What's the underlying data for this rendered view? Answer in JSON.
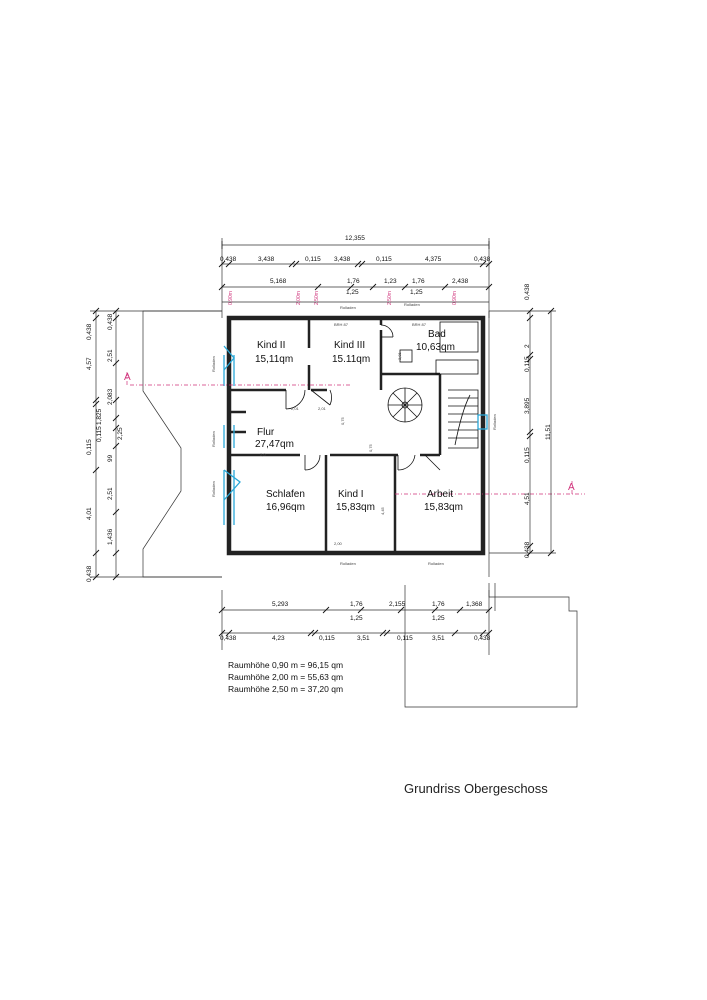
{
  "rooms": {
    "kind2": {
      "name": "Kind II",
      "area": "15,11qm"
    },
    "kind3": {
      "name": "Kind III",
      "area": "15.11qm"
    },
    "bad": {
      "name": "Bad",
      "area": "10,63qm"
    },
    "flur": {
      "name": "Flur",
      "area": "27,47qm"
    },
    "schlafen": {
      "name": "Schlafen",
      "area": "16,96qm"
    },
    "kind1": {
      "name": "Kind I",
      "area": "15,83qm"
    },
    "arbeit": {
      "name": "Arbeit",
      "area": "15,83qm"
    }
  },
  "dims_top": {
    "total": "12,355",
    "row1": [
      "0,438",
      "3,438",
      "0,115",
      "3,438",
      "0,115",
      "4,375",
      "0,438"
    ],
    "row2": [
      "5,168",
      "1,76",
      "1,23",
      "1,76",
      "2,438"
    ],
    "row2_sub": [
      "1,25",
      "1,25"
    ],
    "heights": [
      "0,90m",
      "2,00m",
      "2,50m",
      "2,50m",
      "0,90m"
    ]
  },
  "dims_bottom": {
    "row1": [
      "5,293",
      "1,76",
      "2,155",
      "1,76",
      "1,368"
    ],
    "row1_sub": [
      "1,25",
      "1,25"
    ],
    "row2": [
      "0,438",
      "4,23",
      "0,115",
      "3,51",
      "0,115",
      "3,51",
      "0,438"
    ]
  },
  "dims_left": {
    "outer": [
      "0,438",
      "4,57",
      "0,115",
      "4,01",
      "0,438"
    ],
    "inner": [
      "0,438",
      "2,51",
      "2,083",
      "1,825",
      "0,115",
      "2,25",
      "99",
      "2,51",
      "1,436"
    ]
  },
  "dims_right": {
    "outer": [
      "0,438",
      "2",
      "0,115",
      "3,895",
      "0,115",
      "4,51",
      "0,438"
    ],
    "total": "11,51"
  },
  "section_label": "A",
  "small_labels": {
    "rollladen": "Rolladen",
    "brh": "BRH 87",
    "door_1": "2,01",
    "door_2": "2,01",
    "door_3": "0,75",
    "door_4": "0,75",
    "door_5": "3,01",
    "door_6": "4,45",
    "door_7": "2,00",
    "door_8": "2,0"
  },
  "notes": [
    "Raumhöhe 0,90 m = 96,15 qm",
    "Raumhöhe 2,00 m = 55,63 qm",
    "Raumhöhe 2,50 m = 37,20 qm"
  ],
  "caption": "Grundriss Obergeschoss"
}
